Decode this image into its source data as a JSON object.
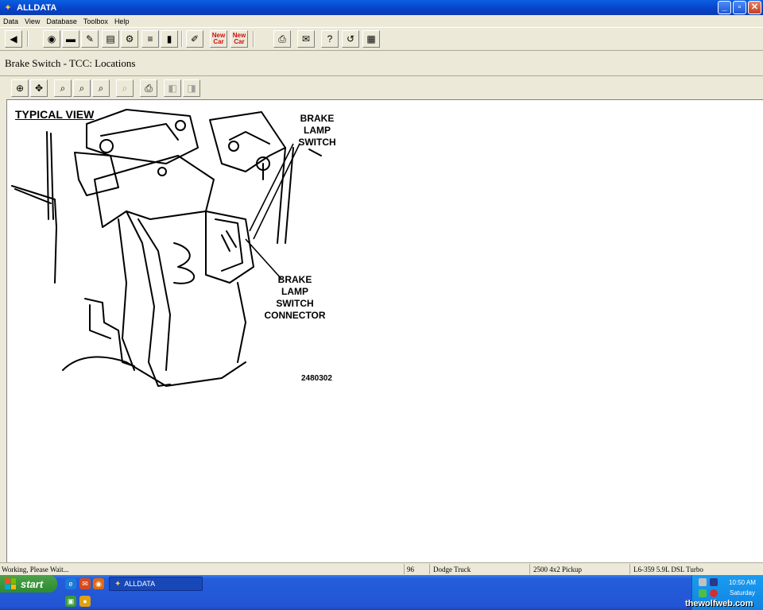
{
  "window": {
    "title": "ALLDATA"
  },
  "menu": [
    "Data",
    "View",
    "Database",
    "Toolbox",
    "Help"
  ],
  "toolbar": {
    "new_car_label": "New Car",
    "new_car_label_2": "New Car"
  },
  "page_heading": "Brake Switch - TCC:  Locations",
  "diagram": {
    "typical_view": "TYPICAL VIEW",
    "brake_lamp_switch": [
      "BRAKE",
      "LAMP",
      "SWITCH"
    ],
    "brake_lamp_switch_connector": [
      "BRAKE",
      "LAMP",
      "SWITCH",
      "CONNECTOR"
    ],
    "figure_id": "2480302"
  },
  "status": {
    "message": "Working, Please Wait...",
    "year": "96",
    "make": "Dodge Truck",
    "model": "2500 4x2 Pickup",
    "engine": "L6-359 5.9L DSL Turbo"
  },
  "taskbar": {
    "start_label": "start",
    "task_label": "ALLDATA",
    "clock_time": "10:50 AM",
    "clock_day": "Saturday"
  },
  "watermark": "thewolfweb.com"
}
